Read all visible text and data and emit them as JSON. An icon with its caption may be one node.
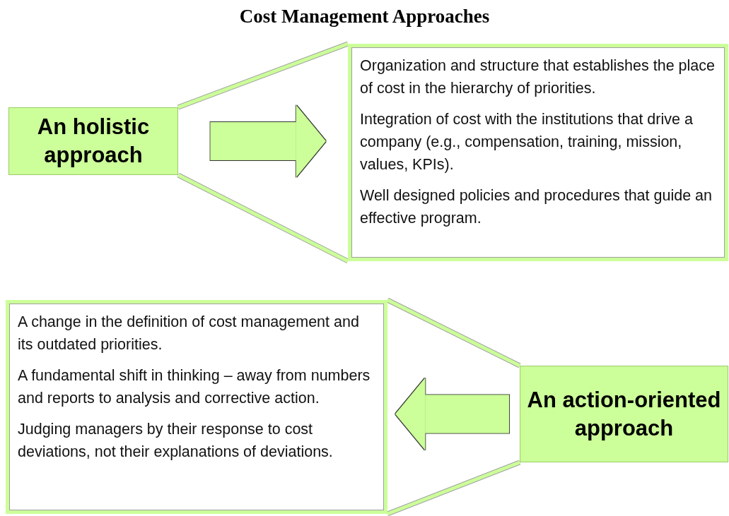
{
  "diagram": {
    "title": "Cost Management Approaches",
    "nodes": [
      {
        "text": [
          "An holistic approach"
        ]
      },
      {
        "text": [
          "Organization and structure that establishes the place of cost in the hierarchy of priorities.",
          "Integration of cost with the institutions that drive a company (e.g., compensation, training, mission, values, KPIs).",
          "Well designed policies and procedures that guide an effective program."
        ]
      },
      {
        "text": [
          "A change in the definition of cost management and its outdated priorities.",
          "A fundamental shift in thinking – away from numbers and reports to analysis and corrective action.",
          "Judging managers by their response to cost deviations, not their explanations of deviations."
        ]
      },
      {
        "text": [
          "An action-oriented approach"
        ]
      }
    ],
    "edges": [
      {
        "from": 0,
        "to": 1,
        "arrow": "to"
      },
      {
        "from": 3,
        "to": 2,
        "arrow": "to"
      }
    ]
  }
}
